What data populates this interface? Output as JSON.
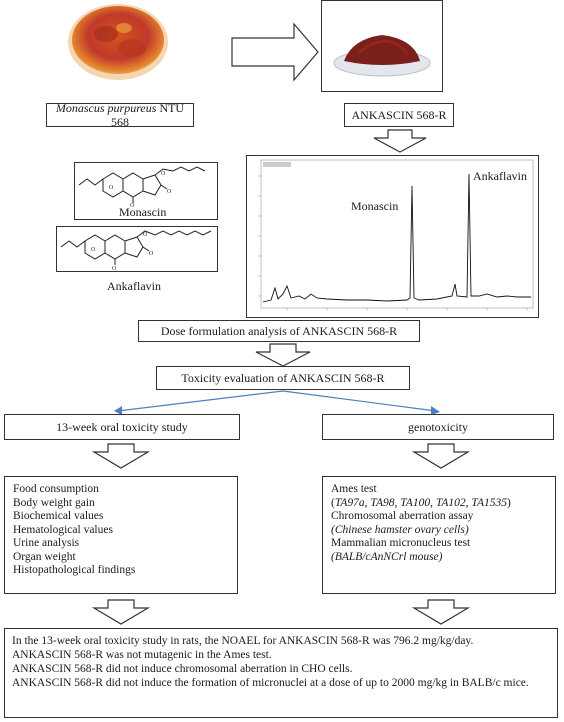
{
  "images": {
    "petri_dish": "petri-dish-red-culture",
    "powder_dish": "petri-dish-red-powder"
  },
  "labels": {
    "organism_italic": "Monascus purpureus",
    "organism_strain": " NTU 568",
    "product": "ANKASCIN 568-R",
    "dose_formulation": "Dose formulation analysis of ANKASCIN 568-R",
    "toxicity_eval": "Toxicity evaluation of ANKASCIN 568-R",
    "oral_study": "13-week oral toxicity study",
    "genotoxicity": "genotoxicity"
  },
  "chemicals": {
    "monascin": "Monascin",
    "ankaflavin": "Ankaflavin"
  },
  "chromatogram": {
    "peak1_label": "Monascin",
    "peak2_label": "Ankaflavin"
  },
  "oral_findings": [
    "Food consumption",
    "Body weight gain",
    "Biochemical values",
    "Hematological values",
    "Urine analysis",
    "Organ weight",
    "Histopathological findings"
  ],
  "genotox": {
    "ames": "Ames test",
    "strains_open": "(",
    "strains": [
      "TA97a",
      "TA98",
      "TA100",
      "TA102",
      "TA1535"
    ],
    "strains_close": ")",
    "chromosomal": "Chromosomal aberration assay",
    "cho": "(Chinese hamster ovary cells)",
    "micronucleus": "Mammalian micronucleus test",
    "mouse": "(BALB/cAnNCrl mouse)"
  },
  "conclusion": [
    "In the 13-week oral toxicity study in rats, the NOAEL for ANKASCIN 568-R was 796.2 mg/kg/day.",
    "ANKASCIN 568-R was not mutagenic in the Ames test.",
    "ANKASCIN 568-R did not induce chromosomal aberration in CHO cells.",
    "ANKASCIN 568-R did not induce the formation of micronuclei at a dose of up to 2000 mg/kg in BALB/c mice."
  ],
  "colors": {
    "border": "#333333",
    "branch_arrow": "#4a7fc1",
    "culture_red": "#c0392b",
    "culture_orange": "#e6892e",
    "powder": "#7a1f1a"
  }
}
